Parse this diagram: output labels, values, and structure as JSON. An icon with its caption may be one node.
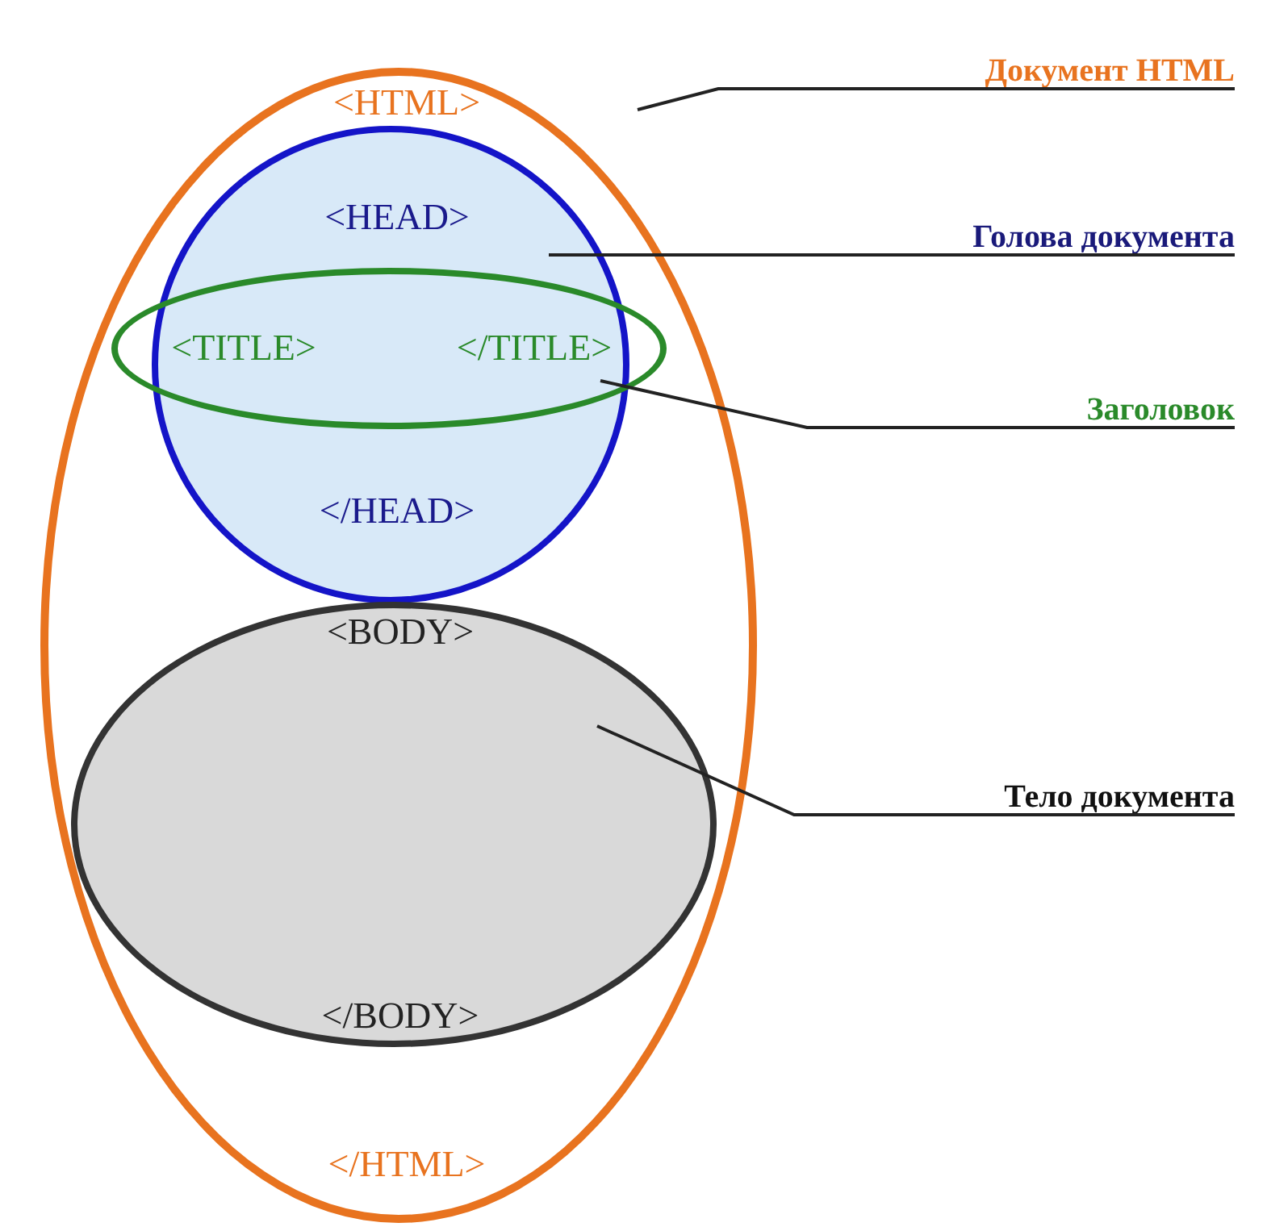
{
  "diagram": {
    "nodes": [
      {
        "text": [
          "<HTML>",
          "</HTML>"
        ]
      },
      {
        "text": [
          "<HEAD>",
          "</HEAD>"
        ],
        "in": 0
      },
      {
        "text": [
          "<TITLE>",
          "</TITLE>"
        ],
        "in": 0
      },
      {
        "text": [
          "<BODY>",
          "</BODY>"
        ],
        "in": 0
      },
      {
        "text": [
          "Документ HTML"
        ]
      },
      {
        "text": [
          "Голова документа"
        ]
      },
      {
        "text": [
          "Заголовок"
        ]
      },
      {
        "text": [
          "Тело документа"
        ]
      }
    ],
    "edges": [
      {
        "from": 4,
        "to": 0,
        "arrow": "none"
      },
      {
        "from": 5,
        "to": 1,
        "arrow": "none"
      },
      {
        "from": 6,
        "to": 2,
        "arrow": "none"
      },
      {
        "from": 7,
        "to": 3,
        "arrow": "none"
      }
    ]
  }
}
